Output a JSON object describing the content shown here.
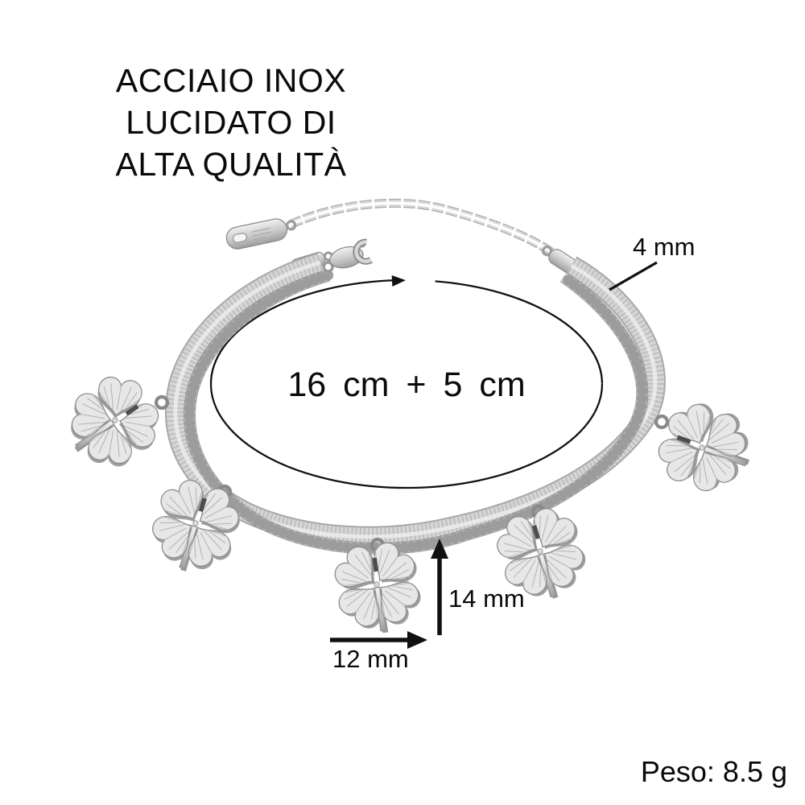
{
  "figure": {
    "charm_count": 5,
    "charm_shape": "four-leaf clover"
  },
  "labels": {
    "material": {
      "line1": "ACCIAIO INOX",
      "line2": "LUCIDATO DI",
      "line3": "ALTA QUALITÀ"
    },
    "chain_width": "4 mm",
    "length": "16 cm + 5 cm",
    "charm_height": "14 mm",
    "charm_width": "12 mm",
    "weight": "Peso: 8.5 g"
  },
  "colors": {
    "background": "#ffffff",
    "annotation": "#111111",
    "metal_light": "#e9e9e9",
    "metal_mid": "#c6c6c6",
    "metal_dark": "#8a8a8a"
  }
}
